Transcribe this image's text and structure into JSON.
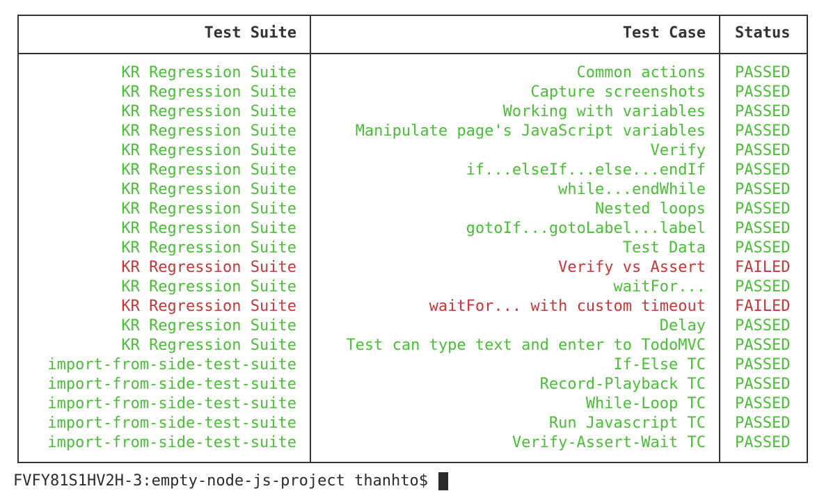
{
  "table": {
    "headers": [
      "Test Suite",
      "Test Case",
      "Status"
    ],
    "colors": {
      "passed": "#4cbb3a",
      "failed": "#c0383a"
    },
    "rows": [
      {
        "suite": "KR Regression Suite",
        "case": "Common actions",
        "status": "PASSED"
      },
      {
        "suite": "KR Regression Suite",
        "case": "Capture screenshots",
        "status": "PASSED"
      },
      {
        "suite": "KR Regression Suite",
        "case": "Working with variables",
        "status": "PASSED"
      },
      {
        "suite": "KR Regression Suite",
        "case": "Manipulate page's JavaScript variables",
        "status": "PASSED"
      },
      {
        "suite": "KR Regression Suite",
        "case": "Verify",
        "status": "PASSED"
      },
      {
        "suite": "KR Regression Suite",
        "case": "if...elseIf...else...endIf",
        "status": "PASSED"
      },
      {
        "suite": "KR Regression Suite",
        "case": "while...endWhile",
        "status": "PASSED"
      },
      {
        "suite": "KR Regression Suite",
        "case": "Nested loops",
        "status": "PASSED"
      },
      {
        "suite": "KR Regression Suite",
        "case": "gotoIf...gotoLabel...label",
        "status": "PASSED"
      },
      {
        "suite": "KR Regression Suite",
        "case": "Test Data",
        "status": "PASSED"
      },
      {
        "suite": "KR Regression Suite",
        "case": "Verify vs Assert",
        "status": "FAILED"
      },
      {
        "suite": "KR Regression Suite",
        "case": "waitFor...",
        "status": "PASSED"
      },
      {
        "suite": "KR Regression Suite",
        "case": "waitFor... with custom timeout",
        "status": "FAILED"
      },
      {
        "suite": "KR Regression Suite",
        "case": "Delay",
        "status": "PASSED"
      },
      {
        "suite": "KR Regression Suite",
        "case": "Test can type text and enter to TodoMVC",
        "status": "PASSED"
      },
      {
        "suite": "import-from-side-test-suite",
        "case": "If-Else TC",
        "status": "PASSED"
      },
      {
        "suite": "import-from-side-test-suite",
        "case": "Record-Playback TC",
        "status": "PASSED"
      },
      {
        "suite": "import-from-side-test-suite",
        "case": "While-Loop TC",
        "status": "PASSED"
      },
      {
        "suite": "import-from-side-test-suite",
        "case": "Run Javascript TC",
        "status": "PASSED"
      },
      {
        "suite": "import-from-side-test-suite",
        "case": "Verify-Assert-Wait TC",
        "status": "PASSED"
      }
    ]
  },
  "terminal": {
    "prompt": "FVFY81S1HV2H-3:empty-node-js-project thanhto$"
  }
}
